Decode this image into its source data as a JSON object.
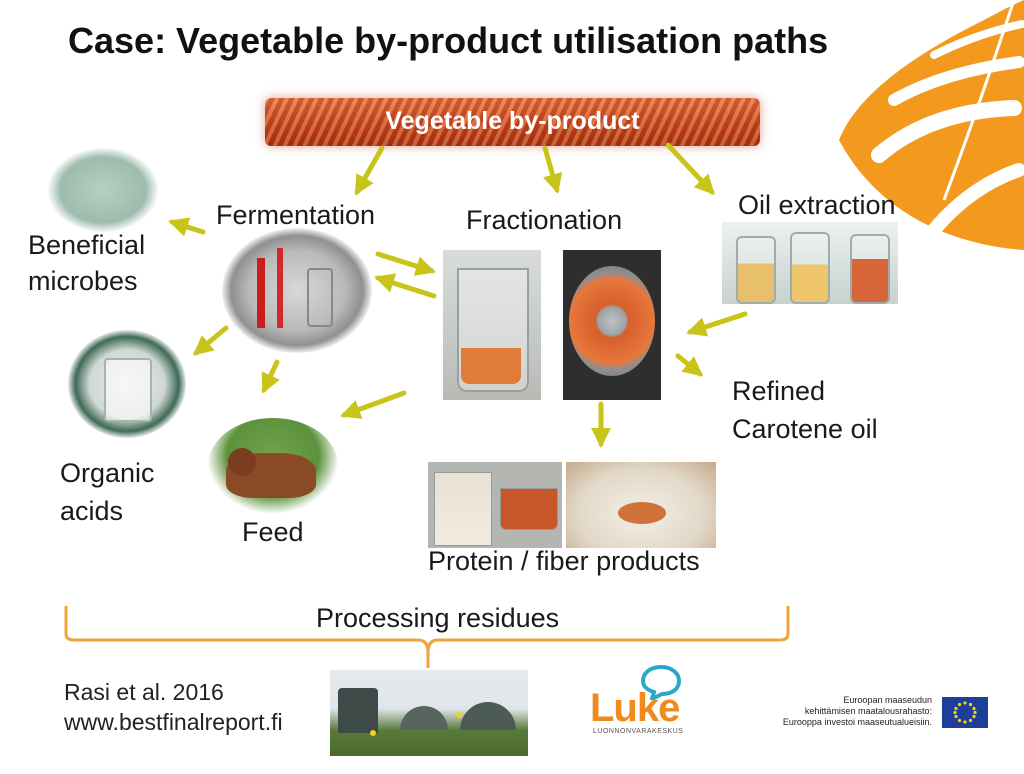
{
  "title": "Case:  Vegetable by-product  utilisation paths",
  "source": "Vegetable by-product",
  "process_steps": {
    "fermentation": "Fermentation",
    "fractionation": "Fractionation",
    "oil_extraction": "Oil extraction"
  },
  "products": {
    "beneficial_microbes": [
      "Beneficial",
      "microbes"
    ],
    "organic_acids": [
      "Organic",
      "acids"
    ],
    "feed": "Feed",
    "refined_carotene_oil": [
      "Refined",
      "Carotene oil"
    ],
    "protein_fiber": "Protein / fiber products"
  },
  "residues": "Processing residues",
  "citation": {
    "author": "Rasi et al. 2016",
    "url": "www.bestfinalreport.fi"
  },
  "logo": {
    "name": "Luke",
    "subtitle": "LUONNONVARAKESKUS"
  },
  "eu_funding": [
    "Euroopan maaseudun",
    "kehittämisen maatalousrahasto:",
    "Eurooppa investoi maaseutualueisiin."
  ],
  "colors": {
    "arrow": "#c8c41a",
    "brace": "#f0a33a",
    "accent_orange": "#f39a1e",
    "banner": "#c8461f",
    "eu_blue": "#1d3f99",
    "eu_star": "#ffd200"
  },
  "icons": [
    "orange-leaf-icon",
    "luke-speech-bubble-icon",
    "eu-flag-icon"
  ]
}
